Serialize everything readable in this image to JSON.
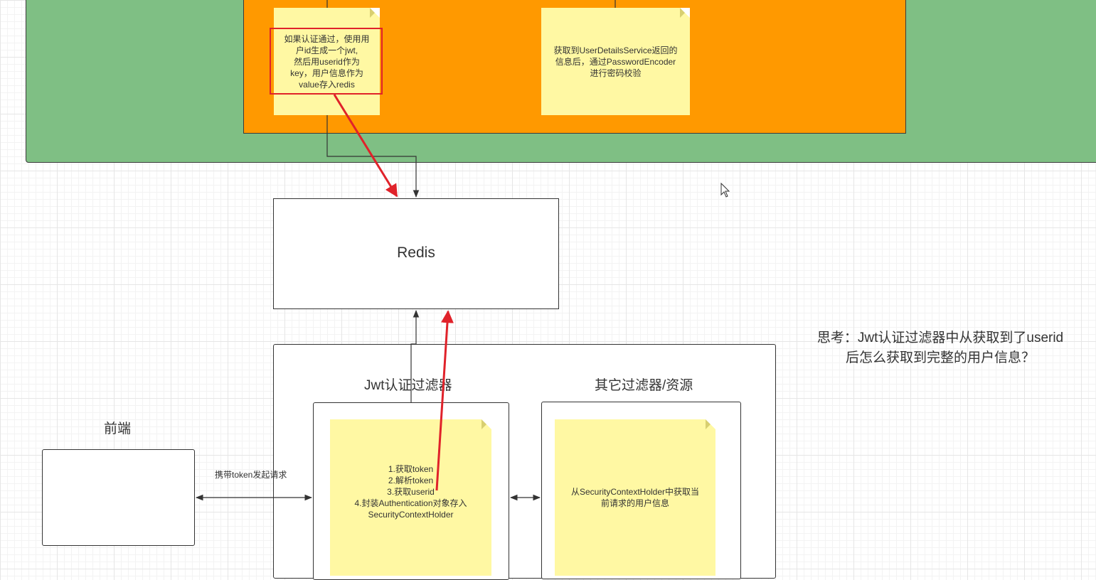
{
  "diagram": {
    "top_notes": {
      "jwt_generate": "如果认证通过，使用用\n户id生成一个jwt,\n然后用userid作为\nkey，用户信息作为\nvalue存入redis",
      "password_check": "获取到UserDetailsService返回的\n信息后，通过PasswordEncoder\n进行密码校验"
    },
    "redis_label": "Redis",
    "frontend_label": "前端",
    "request_label": "携带token发起请求",
    "jwt_filter_title": "Jwt认证过滤器",
    "other_filters_title": "其它过滤器/资源",
    "jwt_filter_note": "1.获取token\n2.解析token\n3.获取userid\n4.封装Authentication对象存入\nSecurityContextHolder",
    "other_filters_note": "从SecurityContextHolder中获取当\n前请求的用户信息",
    "thinking_note": "思考：Jwt认证过滤器中从获取到了userid\n后怎么获取到完整的用户信息？"
  },
  "colors": {
    "green_panel": "#7fbf84",
    "orange_panel": "#ff9900",
    "note_yellow": "#fff8a3",
    "annotation_red": "#e0222a"
  }
}
